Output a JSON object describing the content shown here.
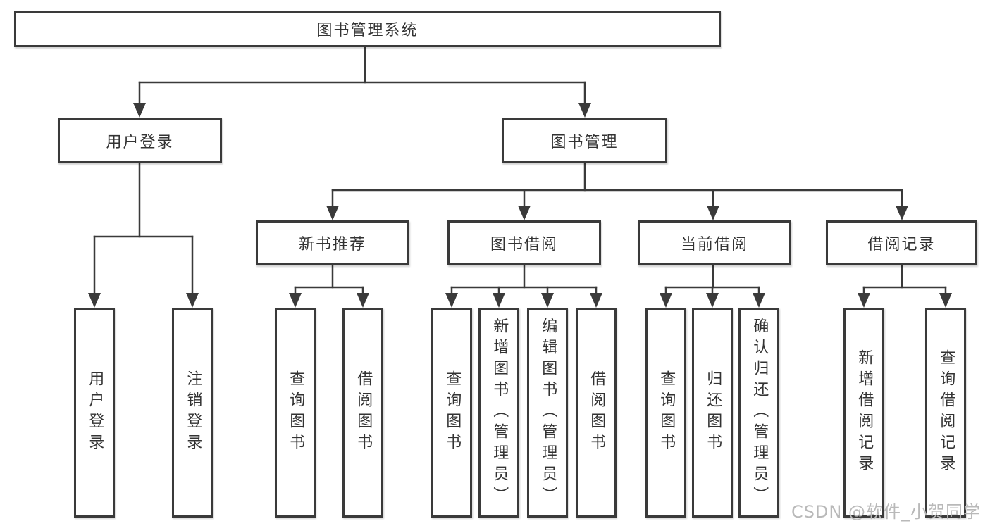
{
  "tree": {
    "root": {
      "label": "图书管理系统"
    },
    "branches": [
      {
        "label": "用户登录",
        "children": [
          {
            "label": "用户登录"
          },
          {
            "label": "注销登录"
          }
        ]
      },
      {
        "label": "图书管理",
        "children": [
          {
            "label": "新书推荐",
            "children": [
              {
                "label": "查询图书"
              },
              {
                "label": "借阅图书"
              }
            ]
          },
          {
            "label": "图书借阅",
            "children": [
              {
                "label": "查询图书"
              },
              {
                "label": "新增图书（管理员）"
              },
              {
                "label": "编辑图书（管理员）"
              },
              {
                "label": "借阅图书"
              }
            ]
          },
          {
            "label": "当前借阅",
            "children": [
              {
                "label": "查询图书"
              },
              {
                "label": "归还图书"
              },
              {
                "label": "确认归还（管理员）"
              }
            ]
          },
          {
            "label": "借阅记录",
            "children": [
              {
                "label": "新增借阅记录"
              },
              {
                "label": "查询借阅记录"
              }
            ]
          }
        ]
      }
    ]
  },
  "watermark": {
    "text": "CSDN @软件_小贺同学"
  },
  "colors": {
    "background": "#ffffff",
    "line": "#3a3a3a",
    "border": "#3a3a3a",
    "text": "#333333",
    "watermark": "#b9b9b9"
  }
}
